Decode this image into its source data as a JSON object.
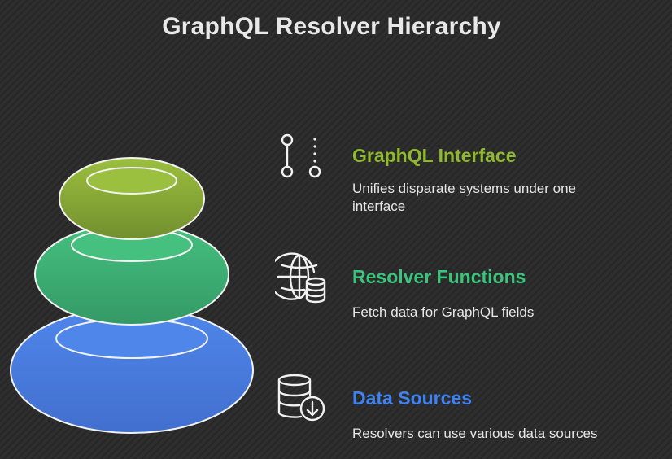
{
  "title": "GraphQL Resolver Hierarchy",
  "levels": [
    {
      "heading": "GraphQL Interface",
      "description": "Unifies disparate systems under one interface",
      "color": "#8fb92f",
      "icon": "git-branch-icon"
    },
    {
      "heading": "Resolver Functions",
      "description": "Fetch data for GraphQL fields",
      "color": "#3cc47c",
      "icon": "globe-database-icon"
    },
    {
      "heading": "Data Sources",
      "description": "Resolvers can use various data sources",
      "color": "#3f82f2",
      "icon": "database-download-icon"
    }
  ],
  "colors": {
    "background": "#2b2b2b",
    "tier_top": "#8fb03a",
    "tier_middle": "#3fb176",
    "tier_bottom": "#4b7fe0",
    "outline": "#f2f2f2"
  }
}
